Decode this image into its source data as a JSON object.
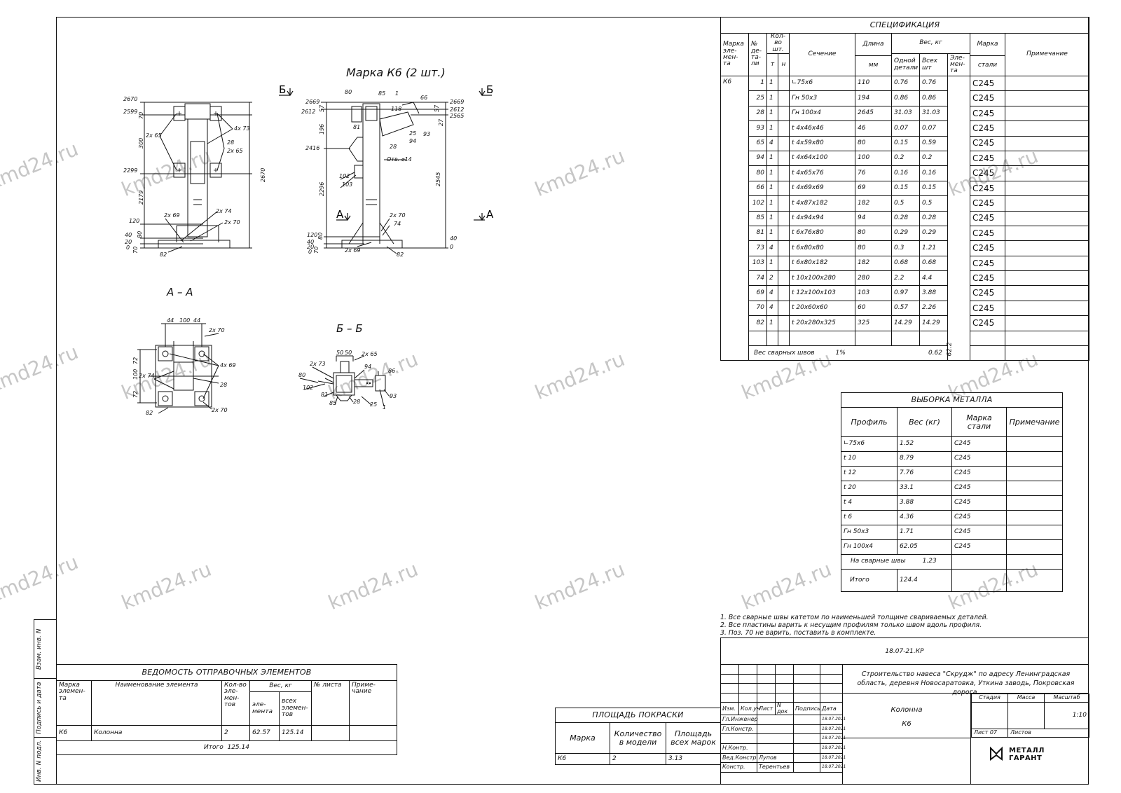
{
  "drawing": {
    "title": "Марка К6 (2 шт.)",
    "section_aa": "А – А",
    "section_bb": "Б – Б",
    "cut_b": "Б",
    "cut_a": "А",
    "front_dims": [
      "2670",
      "2599",
      "300",
      "2299",
      "2179",
      "2670",
      "120",
      "40",
      "80",
      "20",
      "0",
      "70",
      "70"
    ],
    "front_labels": [
      "2x 65",
      "4x 73",
      "28",
      "2x 65",
      "2x 69",
      "2x 74",
      "2x 70",
      "82"
    ],
    "side_dims": [
      "2669",
      "2612",
      "57",
      "196",
      "2416",
      "2296",
      "120",
      "40",
      "80",
      "20",
      "0",
      "70",
      "2669",
      "2612",
      "2565",
      "57",
      "27",
      "2545",
      "40",
      "0",
      "118"
    ],
    "side_labels": [
      "80",
      "85",
      "1",
      "66",
      "81",
      "25",
      "93",
      "94",
      "28",
      "Отв. ⌀14",
      "102",
      "103",
      "2x 70",
      "74",
      "2x 69",
      "82"
    ],
    "aa_dims": [
      "44",
      "100",
      "44",
      "72",
      "100",
      "72"
    ],
    "aa_labels": [
      "2x 70",
      "4x 69",
      "2x 74",
      "28",
      "82",
      "2x 70"
    ],
    "bb_dims": [
      "50",
      "50"
    ],
    "bb_labels": [
      "2x 65",
      "2x 73",
      "94",
      "86",
      "80",
      "102",
      "81",
      "85",
      "28",
      "25",
      "93",
      "1"
    ]
  },
  "spec": {
    "title": "СПЕЦИФИКАЦИЯ",
    "h_mark": "Марка эле- мен- та",
    "h_no": "№ де- та- ли",
    "h_qty": "Кол-во шт.",
    "h_t": "т",
    "h_n": "н",
    "h_section": "Сечение",
    "h_length": "Длина",
    "h_mm": "мм",
    "h_weight": "Вес, кг",
    "h_one": "Одной детали",
    "h_all": "Всех шт",
    "h_elem": "Эле- мен- та",
    "h_steel": "Марка",
    "h_steel2": "стали",
    "h_note": "Примечание",
    "element_mark": "К6",
    "element_weight": "62.2",
    "rows": [
      {
        "no": "1",
        "t": "1",
        "section": "∟75x6",
        "length": "110",
        "one": "0.76",
        "all": "0.76",
        "steel": "С245"
      },
      {
        "no": "25",
        "t": "1",
        "section": "Гн    50x3",
        "length": "194",
        "one": "0.86",
        "all": "0.86",
        "steel": "С245"
      },
      {
        "no": "28",
        "t": "1",
        "section": "Гн    100x4",
        "length": "2645",
        "one": "31.03",
        "all": "31.03",
        "steel": "С245"
      },
      {
        "no": "93",
        "t": "1",
        "section": "t 4x46x46",
        "length": "46",
        "one": "0.07",
        "all": "0.07",
        "steel": "С245"
      },
      {
        "no": "65",
        "t": "4",
        "section": "t 4x59x80",
        "length": "80",
        "one": "0.15",
        "all": "0.59",
        "steel": "С245"
      },
      {
        "no": "94",
        "t": "1",
        "section": "t 4x64x100",
        "length": "100",
        "one": "0.2",
        "all": "0.2",
        "steel": "С245"
      },
      {
        "no": "80",
        "t": "1",
        "section": "t 4x65x76",
        "length": "76",
        "one": "0.16",
        "all": "0.16",
        "steel": "С245"
      },
      {
        "no": "66",
        "t": "1",
        "section": "t 4x69x69",
        "length": "69",
        "one": "0.15",
        "all": "0.15",
        "steel": "С245"
      },
      {
        "no": "102",
        "t": "1",
        "section": "t 4x87x182",
        "length": "182",
        "one": "0.5",
        "all": "0.5",
        "steel": "С245"
      },
      {
        "no": "85",
        "t": "1",
        "section": "t 4x94x94",
        "length": "94",
        "one": "0.28",
        "all": "0.28",
        "steel": "С245"
      },
      {
        "no": "81",
        "t": "1",
        "section": "t 6x76x80",
        "length": "80",
        "one": "0.29",
        "all": "0.29",
        "steel": "С245"
      },
      {
        "no": "73",
        "t": "4",
        "section": "t 6x80x80",
        "length": "80",
        "one": "0.3",
        "all": "1.21",
        "steel": "С245"
      },
      {
        "no": "103",
        "t": "1",
        "section": "t 6x80x182",
        "length": "182",
        "one": "0.68",
        "all": "0.68",
        "steel": "С245"
      },
      {
        "no": "74",
        "t": "2",
        "section": "t 10x100x280",
        "length": "280",
        "one": "2.2",
        "all": "4.4",
        "steel": "С245"
      },
      {
        "no": "69",
        "t": "4",
        "section": "t 12x100x103",
        "length": "103",
        "one": "0.97",
        "all": "3.88",
        "steel": "С245"
      },
      {
        "no": "70",
        "t": "4",
        "section": "t 20x60x60",
        "length": "60",
        "one": "0.57",
        "all": "2.26",
        "steel": "С245"
      },
      {
        "no": "82",
        "t": "1",
        "section": "t 20x280x325",
        "length": "325",
        "one": "14.29",
        "all": "14.29",
        "steel": "С245"
      }
    ],
    "weld_label": "Вес сварных швов",
    "weld_pct": "1%",
    "weld_value": "0.62"
  },
  "metal": {
    "title": "ВЫБОРКА МЕТАЛЛА",
    "h_profile": "Профиль",
    "h_weight": "Вес (кг)",
    "h_steel": "Марка стали",
    "h_note": "Примечание",
    "rows": [
      {
        "profile": "∟75x6",
        "weight": "1.52",
        "steel": "С245"
      },
      {
        "profile": "t 10",
        "weight": "8.79",
        "steel": "С245"
      },
      {
        "profile": "t 12",
        "weight": "7.76",
        "steel": "С245"
      },
      {
        "profile": "t 20",
        "weight": "33.1",
        "steel": "С245"
      },
      {
        "profile": "t 4",
        "weight": "3.88",
        "steel": "С245"
      },
      {
        "profile": "t 6",
        "weight": "4.36",
        "steel": "С245"
      },
      {
        "profile": "Гн    50x3",
        "weight": "1.71",
        "steel": "С245"
      },
      {
        "profile": "Гн    100x4",
        "weight": "62.05",
        "steel": "С245"
      }
    ],
    "weld_label": "На сварные швы",
    "weld_value": "1.23",
    "total_label": "Итого",
    "total_value": "124.4"
  },
  "notes": [
    "1. Все сварные швы катетом по наименьшей толщине свариваемых деталей.",
    "2. Все пластины варить к несущим профилям только швом вдоль профиля.",
    "3. Поз. 70 не варить, поставить в комплекте."
  ],
  "shipping": {
    "title": "ВЕДОМОСТЬ ОТПРАВОЧНЫХ ЭЛЕМЕНТОВ",
    "h_mark": "Марка элемен- та",
    "h_name": "Наименование элемента",
    "h_qty": "Кол-во эле- мен- тов",
    "h_weight": "Вес, кг",
    "h_one": "эле- мента",
    "h_all": "всех элемен- тов",
    "h_sheet": "№ листа",
    "h_note": "Приме- чание",
    "row": {
      "mark": "К6",
      "name": "Колонна",
      "qty": "2",
      "one": "62.57",
      "all": "125.14"
    },
    "total_label": "Итого",
    "total_value": "125.14"
  },
  "paint": {
    "title": "ПЛОЩАДЬ ПОКРАСКИ",
    "h_mark": "Марка",
    "h_qty": "Количество в модели",
    "h_area": "Площадь всех марок",
    "row": {
      "mark": "К6",
      "qty": "2",
      "area": "3.13"
    }
  },
  "stamp": {
    "code": "18.07-21.КР",
    "project": "Строительство навеса \"Скрудж\" по адресу Ленинградская область, деревня Новосаратовка, Уткина заводь, Покровская дорога.",
    "name1": "Колонна",
    "name2": "К6",
    "h_stage": "Стадия",
    "h_mass": "Масса",
    "h_scale": "Масштаб",
    "scale": "1:10",
    "sheet": "Лист 07",
    "sheets": "Листов",
    "cols": [
      "Изм.",
      "Кол.уч",
      "Лист",
      "N док",
      "Подпись",
      "Дата"
    ],
    "roles": [
      {
        "role": "Гл.Инженер",
        "person": "",
        "date": "18.07.2021"
      },
      {
        "role": "Гл.Констр.",
        "person": "",
        "date": "18.07.2021"
      },
      {
        "role": "",
        "person": "",
        "date": "18.07.2021"
      },
      {
        "role": "Н.Контр.",
        "person": "",
        "date": "18.07.2021"
      },
      {
        "role": "Вед.Констр.",
        "person": "Лупов",
        "date": "18.07.2021"
      },
      {
        "role": "Констр.",
        "person": "Терентьев",
        "date": "18.07.2021"
      }
    ],
    "logo1": "МЕТАЛЛ",
    "logo2": "ГАРАНТ"
  },
  "side": {
    "a": "Взам. инв. N",
    "b": "Подпись и дата",
    "c": "Инв. N подл."
  },
  "watermark": "kmd24.ru"
}
